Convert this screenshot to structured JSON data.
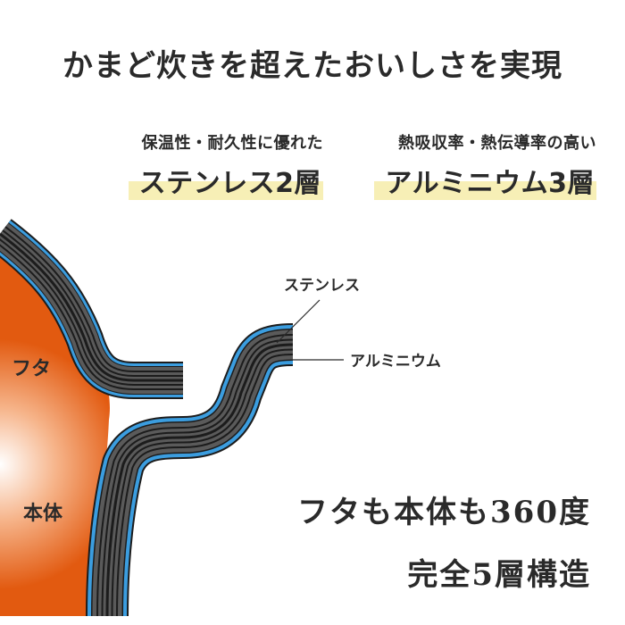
{
  "headline": "かまど炊きを超えたおいしさを実現",
  "features": [
    {
      "caption": "保温性・耐久性に優れた",
      "title": "ステンレス2層"
    },
    {
      "caption": "熱吸収率・熱伝導率の高い",
      "title": "アルミニウム3層"
    }
  ],
  "diagram": {
    "label_lid": "フタ",
    "label_body": "本体",
    "callout_stainless": "ステンレス",
    "callout_aluminum": "アルミニウム"
  },
  "tagline": {
    "line1": "フタも本体も360度",
    "line2": "完全5層構造"
  },
  "colors": {
    "pot_orange": "#e25a10",
    "stainless_blue": "#3b9ddf",
    "aluminum_gray": "#5a5a5a",
    "outline": "#1c1c1c",
    "highlight": "#f7efb6"
  }
}
